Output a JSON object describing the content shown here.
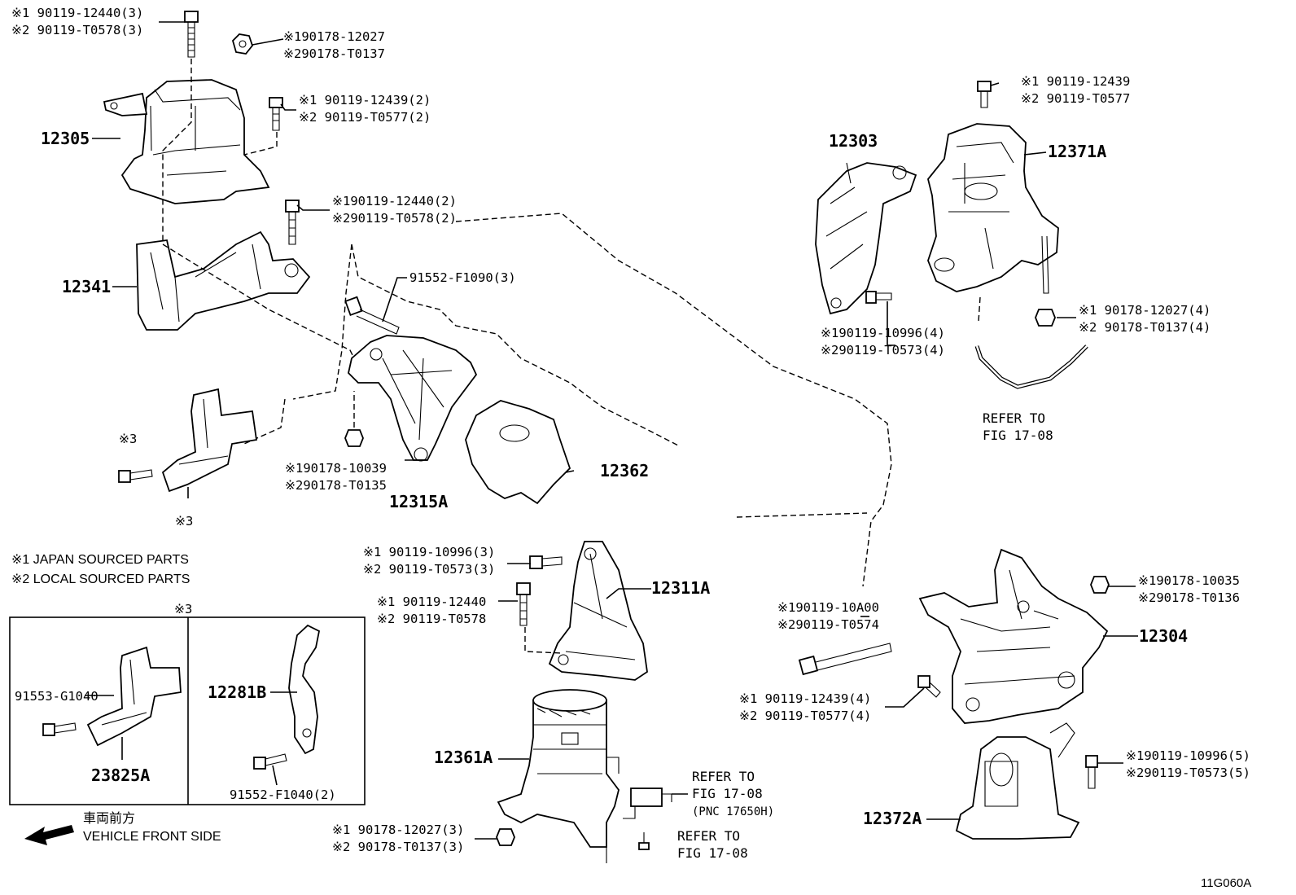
{
  "figure_id": "11G060A",
  "notes": {
    "note1": "※1 JAPAN SOURCED PARTS",
    "note2": "※2 LOCAL SOURCED PARTS",
    "inset_mark": "※3",
    "front_jp": "車両前方",
    "front_en": "VEHICLE FRONT SIDE"
  },
  "parts": {
    "p12305": "12305",
    "p12341": "12341",
    "p12315A": "12315A",
    "p12362": "12362",
    "p12303": "12303",
    "p12371A": "12371A",
    "p12311A": "12311A",
    "p12361A": "12361A",
    "p12304": "12304",
    "p12372A": "12372A",
    "p12281B": "12281B",
    "p23825A": "23825A"
  },
  "fasteners": {
    "f1": {
      "l1": "※1 90119-12440(3)",
      "l2": "※2 90119-T0578(3)"
    },
    "f2": {
      "l1": "※190178-12027",
      "l2": "※290178-T0137"
    },
    "f3": {
      "l1": "※1 90119-12439(2)",
      "l2": "※2 90119-T0577(2)"
    },
    "f4": {
      "l1": "※190119-12440(2)",
      "l2": "※290119-T0578(2)"
    },
    "f5": {
      "l1": "91552-F1090(3)"
    },
    "f6": {
      "l1": "※190178-10039",
      "l2": "※290178-T0135"
    },
    "f7": {
      "l1": "※3"
    },
    "f8": {
      "l1": "※3"
    },
    "f9": {
      "l1": "※1 90119-12439",
      "l2": "※2 90119-T0577"
    },
    "f10": {
      "l1": "※190119-10996(4)",
      "l2": "※290119-T0573(4)"
    },
    "f11": {
      "l1": "※1 90178-12027(4)",
      "l2": "※2 90178-T0137(4)"
    },
    "f12": {
      "l1": "※1 90119-10996(3)",
      "l2": "※2 90119-T0573(3)"
    },
    "f13": {
      "l1": "※1 90119-12440",
      "l2": "※2 90119-T0578"
    },
    "f14": {
      "l1": "※190119-10A00",
      "l2": "※290119-T0574"
    },
    "f15": {
      "l1": "※190178-10035",
      "l2": "※290178-T0136"
    },
    "f16": {
      "l1": "※1 90119-12439(4)",
      "l2": "※2 90119-T0577(4)"
    },
    "f17": {
      "l1": "※190119-10996(5)",
      "l2": "※290119-T0573(5)"
    },
    "f18": {
      "l1": "※1 90178-12027(3)",
      "l2": "※2 90178-T0137(3)"
    },
    "f19": {
      "l1": "91553-G1040"
    },
    "f20": {
      "l1": "91552-F1040(2)"
    }
  },
  "refs": {
    "r1": {
      "l1": "REFER TO",
      "l2": "FIG 17-08"
    },
    "r2": {
      "l1": "REFER TO",
      "l2": "FIG 17-08",
      "l3": "(PNC 17650H)"
    },
    "r3": {
      "l1": "REFER TO",
      "l2": "FIG 17-08"
    }
  }
}
